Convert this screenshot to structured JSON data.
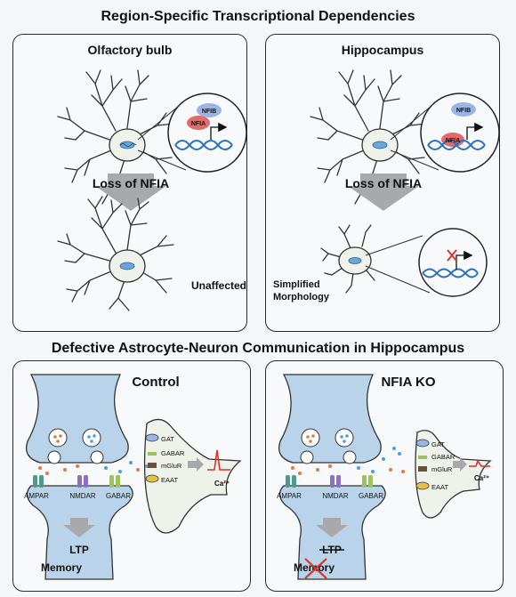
{
  "colors": {
    "nfia": "#e46a6a",
    "nfib": "#9bb4e6",
    "astrocyte_fill": "#eef2ea",
    "neuron_fill": "#b9d4ea",
    "arrow": "#a7a9ac",
    "ca_trace": "#d9332b"
  },
  "top": {
    "title": "Region-Specific Transcriptional Dependencies",
    "left": {
      "heading": "Olfactory bulb",
      "tf_top": "NFIB",
      "tf_bottom": "NFIA",
      "loss": "Loss of NFIA",
      "outcome": "Unaffected"
    },
    "right": {
      "heading": "Hippocampus",
      "tf_top": "NFIB",
      "tf_bottom": "NFIA",
      "loss": "Loss of NFIA",
      "outcome_line1": "Simplified",
      "outcome_line2": "Morphology"
    }
  },
  "bottom": {
    "title": "Defective Astrocyte-Neuron Communication in Hippocampus",
    "left": {
      "heading": "Control",
      "receptors": [
        "AMPAR",
        "NMDAR",
        "GABAR"
      ],
      "astro_labels": [
        "GAT",
        "GABAR",
        "mGluR",
        "EAAT"
      ],
      "calcium": "Ca²⁺",
      "ltp": "LTP",
      "memory": "Memory"
    },
    "right": {
      "heading": "NFIA KO",
      "receptors": [
        "AMPAR",
        "NMDAR",
        "GABAR"
      ],
      "astro_labels": [
        "GAT",
        "GABAR",
        "mGluR",
        "EAAT"
      ],
      "calcium": "Ca²⁺",
      "ltp": "LTP",
      "memory": "Memory"
    }
  }
}
